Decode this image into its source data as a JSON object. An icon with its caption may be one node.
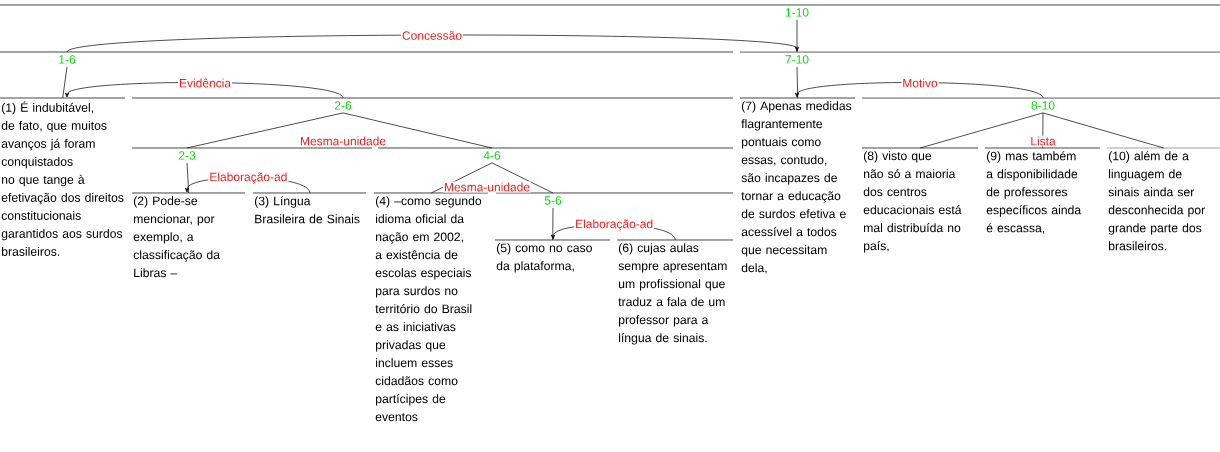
{
  "diagram": {
    "nodes": [
      {
        "text": [
          "1-10"
        ]
      },
      {
        "text": [
          "1-6"
        ]
      },
      {
        "text": [
          "7-10"
        ]
      },
      {
        "text": [
          "(1) É indubitável, de fato, que muitos avanços já foram conquistados no que tange à efetivação dos direitos constitucionais garantidos aos surdos brasileiros."
        ]
      },
      {
        "text": [
          "2-6"
        ]
      },
      {
        "text": [
          "(7) Apenas medidas flagrantemente pontuais como essas, contudo, são incapazes de tornar a educação de surdos efetiva e acessível a todos que necessitam dela,"
        ]
      },
      {
        "text": [
          "8-10"
        ]
      },
      {
        "text": [
          "2-3"
        ]
      },
      {
        "text": [
          "4-6"
        ]
      },
      {
        "text": [
          "(8) visto que não só a maioria dos centros educacionais está mal distribuída no país,"
        ]
      },
      {
        "text": [
          "(9) mas também a disponibilidade de professores específicos ainda é escassa,"
        ]
      },
      {
        "text": [
          "(10) além de a linguagem de sinais ainda ser desconhecida por grande parte dos brasileiros."
        ]
      },
      {
        "text": [
          "(2) Pode-se mencionar, por exemplo, a classificação da Libras –"
        ]
      },
      {
        "text": [
          "(3) Língua Brasileira de Sinais"
        ]
      },
      {
        "text": [
          "(4) –como segundo idioma oficial da nação em 2002, a existência de escolas especiais para surdos no território do Brasil e as iniciativas privadas que incluem esses cidadãos como partícipes de eventos"
        ]
      },
      {
        "text": [
          "5-6"
        ]
      },
      {
        "text": [
          "(5) como no caso da plataforma,"
        ]
      },
      {
        "text": [
          "(6) cujas aulas sempre apresentam um profissional que traduz a fala de um professor para a língua de sinais."
        ]
      }
    ],
    "edges": [
      {
        "from": 1,
        "to": 2,
        "arrow": "to",
        "label": "Concessão"
      },
      {
        "from": 0,
        "to": 2,
        "arrow": "none"
      },
      {
        "from": 1,
        "to": 3,
        "arrow": "none"
      },
      {
        "from": 4,
        "to": 3,
        "arrow": "to",
        "label": "Evidência"
      },
      {
        "from": 2,
        "to": 5,
        "arrow": "none"
      },
      {
        "from": 6,
        "to": 5,
        "arrow": "to",
        "label": "Motivo"
      },
      {
        "from": 4,
        "to": 7,
        "arrow": "none",
        "label": "Mesma-unidade"
      },
      {
        "from": 4,
        "to": 8,
        "arrow": "none"
      },
      {
        "from": 6,
        "to": 9,
        "arrow": "none"
      },
      {
        "from": 6,
        "to": 10,
        "arrow": "none",
        "label": "Lista"
      },
      {
        "from": 6,
        "to": 11,
        "arrow": "none"
      },
      {
        "from": 7,
        "to": 12,
        "arrow": "none"
      },
      {
        "from": 13,
        "to": 12,
        "arrow": "to",
        "label": "Elaboração-ad"
      },
      {
        "from": 8,
        "to": 14,
        "arrow": "none",
        "label": "Mesma-unidade"
      },
      {
        "from": 8,
        "to": 15,
        "arrow": "none"
      },
      {
        "from": 15,
        "to": 16,
        "arrow": "none"
      },
      {
        "from": 17,
        "to": 16,
        "arrow": "to",
        "label": "Elaboração-ad"
      }
    ]
  }
}
